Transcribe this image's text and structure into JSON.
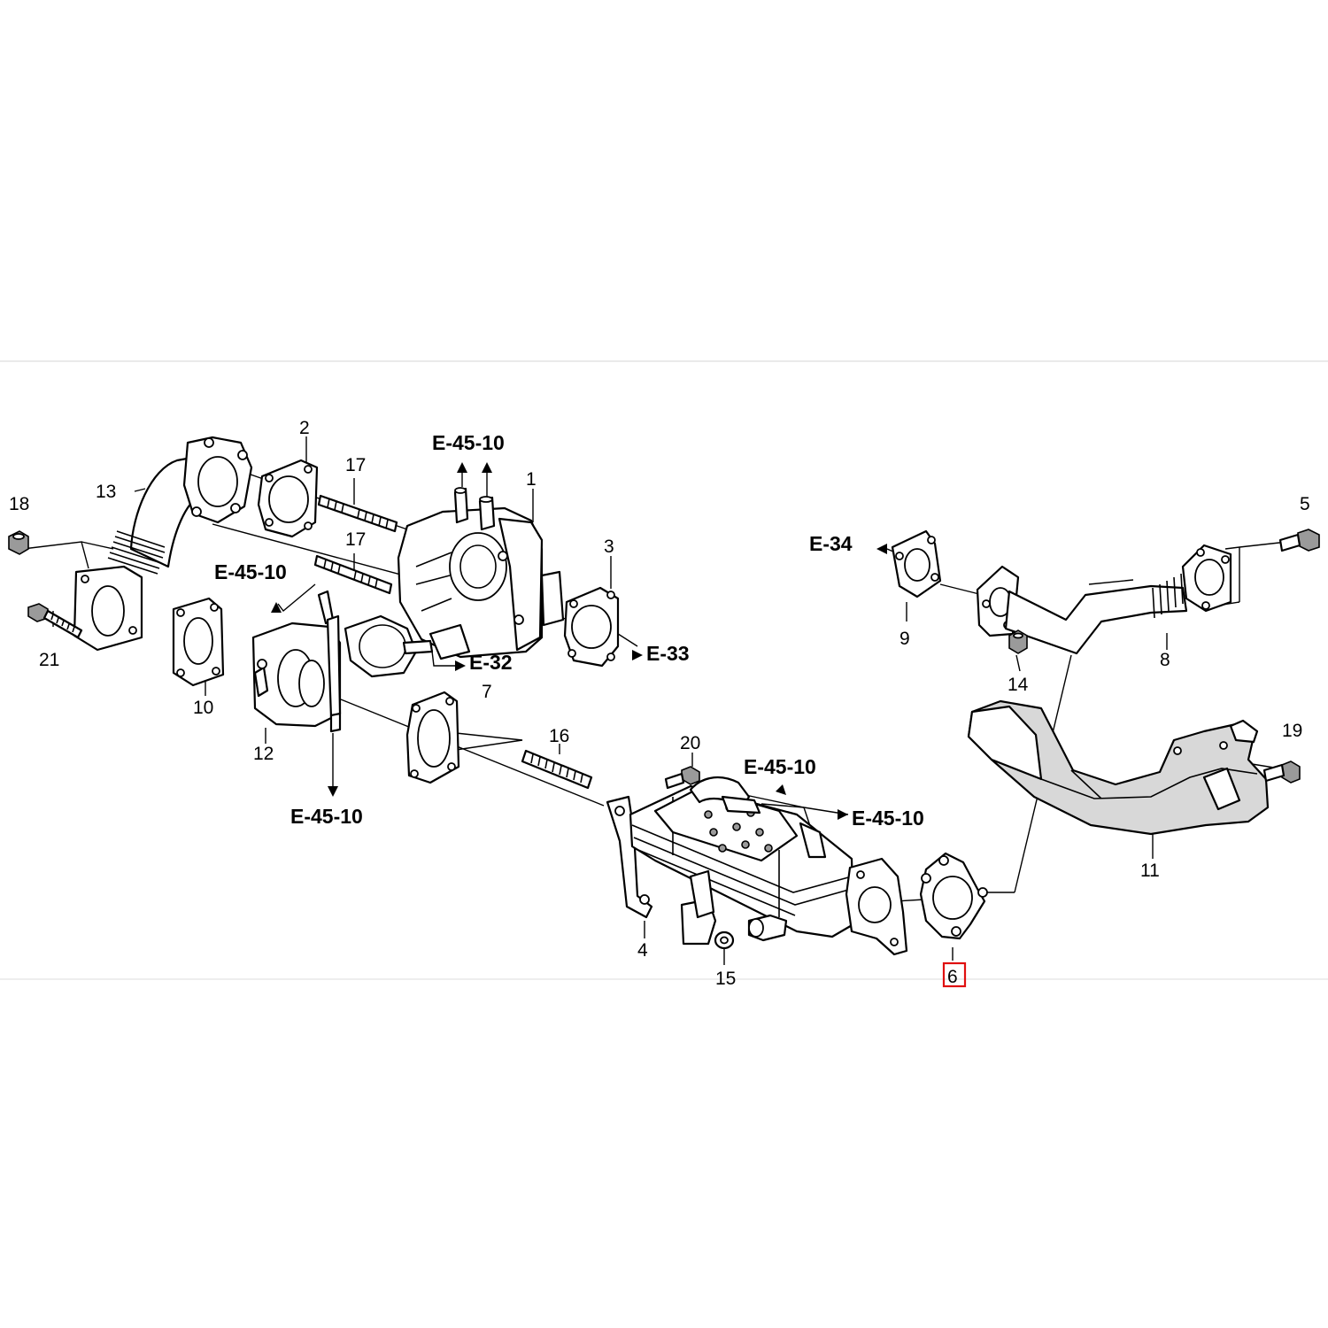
{
  "diagram": {
    "part_numbers": [
      "1",
      "2",
      "3",
      "4",
      "5",
      "6",
      "7",
      "8",
      "9",
      "10",
      "11",
      "12",
      "13",
      "14",
      "15",
      "16",
      "17",
      "17",
      "18",
      "19",
      "20",
      "21"
    ],
    "highlighted_part": "6",
    "highlight_color": "#e01010",
    "refs": {
      "e45_10": "E-45-10",
      "e32": "E-32",
      "e33": "E-33",
      "e34": "E-34"
    }
  }
}
